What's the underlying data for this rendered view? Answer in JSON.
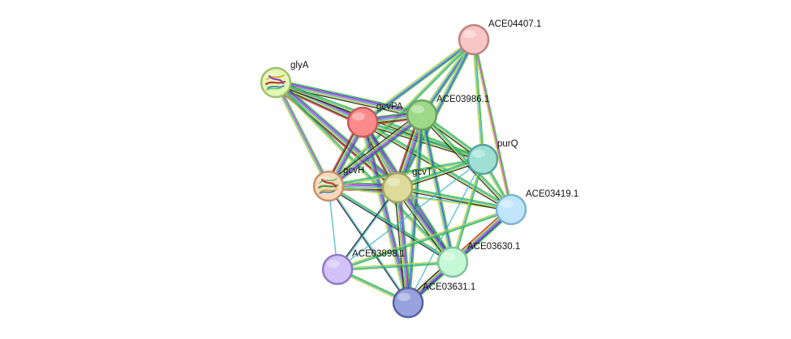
{
  "network": {
    "nodes": [
      {
        "id": "ACE04407.1",
        "label": "ACE04407.1",
        "color": "#f8c6c6",
        "border": "#c08080",
        "icon": "none"
      },
      {
        "id": "glyA",
        "label": "glyA",
        "color": "#e2f7b4",
        "border": "#9fc06a",
        "icon": "protein-structure-icon"
      },
      {
        "id": "gcvPA",
        "label": "gcvPA",
        "color": "#fb8a8a",
        "border": "#c45a5a",
        "icon": "none"
      },
      {
        "id": "ACE03986.1",
        "label": "ACE03986.1",
        "color": "#9ed98a",
        "border": "#6aa35a",
        "icon": "none"
      },
      {
        "id": "purQ",
        "label": "purQ",
        "color": "#9ee0d6",
        "border": "#5aa39a",
        "icon": "none"
      },
      {
        "id": "gcvH",
        "label": "gcvH",
        "color": "#f9d9bd",
        "border": "#c7926a",
        "icon": "protein-structure-icon"
      },
      {
        "id": "gcvT",
        "label": "gcvT",
        "color": "#dedb9a",
        "border": "#a6a262",
        "icon": "none"
      },
      {
        "id": "ACE03419.1",
        "label": "ACE03419.1",
        "color": "#bfe6fa",
        "border": "#7fb2cf",
        "icon": "none"
      },
      {
        "id": "ACE03630.1",
        "label": "ACE03630.1",
        "color": "#c6f7d6",
        "border": "#82c39a",
        "icon": "none"
      },
      {
        "id": "ACE03898.1",
        "label": "ACE03898.1",
        "color": "#d2c2f7",
        "border": "#907ac4",
        "icon": "none"
      },
      {
        "id": "ACE03631.1",
        "label": "ACE03631.1",
        "color": "#98a3de",
        "border": "#56639f",
        "icon": "none"
      }
    ],
    "edge_colors": {
      "neighborhood": "#2bb52b",
      "fusion": "#d63a3a",
      "cooccurrence": "#3b3bd6",
      "coexpression": "#222222",
      "experiments": "#c63ac6",
      "databases": "#3bb8c6",
      "textmining": "#c8d43a",
      "homology": "#a0a0ff"
    },
    "edges": [
      {
        "source": "glyA",
        "target": "gcvPA",
        "types": [
          "neighborhood",
          "cooccurrence",
          "experiments",
          "databases",
          "textmining",
          "coexpression",
          "fusion"
        ]
      },
      {
        "source": "glyA",
        "target": "ACE03986.1",
        "types": [
          "neighborhood",
          "cooccurrence",
          "experiments",
          "databases",
          "textmining",
          "coexpression"
        ]
      },
      {
        "source": "glyA",
        "target": "gcvT",
        "types": [
          "neighborhood",
          "cooccurrence",
          "experiments",
          "databases",
          "textmining",
          "coexpression",
          "fusion"
        ]
      },
      {
        "source": "glyA",
        "target": "gcvH",
        "types": [
          "neighborhood",
          "experiments",
          "databases",
          "textmining"
        ]
      },
      {
        "source": "glyA",
        "target": "purQ",
        "types": [
          "neighborhood",
          "databases",
          "textmining",
          "coexpression"
        ]
      },
      {
        "source": "glyA",
        "target": "ACE03630.1",
        "types": [
          "neighborhood",
          "databases",
          "textmining"
        ]
      },
      {
        "source": "ACE04407.1",
        "target": "gcvPA",
        "types": [
          "neighborhood",
          "cooccurrence",
          "databases",
          "textmining"
        ]
      },
      {
        "source": "ACE04407.1",
        "target": "ACE03986.1",
        "types": [
          "neighborhood",
          "cooccurrence",
          "databases",
          "textmining"
        ]
      },
      {
        "source": "ACE04407.1",
        "target": "gcvT",
        "types": [
          "neighborhood",
          "cooccurrence",
          "databases",
          "textmining"
        ]
      },
      {
        "source": "ACE04407.1",
        "target": "gcvH",
        "types": [
          "neighborhood",
          "databases",
          "textmining"
        ]
      },
      {
        "source": "ACE04407.1",
        "target": "ACE03419.1",
        "types": [
          "neighborhood",
          "experiments",
          "textmining"
        ]
      },
      {
        "source": "ACE04407.1",
        "target": "purQ",
        "types": [
          "neighborhood",
          "databases",
          "textmining"
        ]
      },
      {
        "source": "gcvPA",
        "target": "ACE03986.1",
        "types": [
          "neighborhood",
          "cooccurrence",
          "experiments",
          "databases",
          "textmining",
          "coexpression",
          "fusion"
        ]
      },
      {
        "source": "gcvPA",
        "target": "gcvT",
        "types": [
          "neighborhood",
          "cooccurrence",
          "experiments",
          "databases",
          "textmining",
          "coexpression",
          "fusion"
        ]
      },
      {
        "source": "gcvPA",
        "target": "gcvH",
        "types": [
          "neighborhood",
          "cooccurrence",
          "experiments",
          "databases",
          "textmining",
          "coexpression",
          "fusion"
        ]
      },
      {
        "source": "gcvPA",
        "target": "purQ",
        "types": [
          "neighborhood",
          "databases",
          "textmining",
          "coexpression"
        ]
      },
      {
        "source": "gcvPA",
        "target": "ACE03419.1",
        "types": [
          "neighborhood",
          "databases",
          "textmining",
          "coexpression"
        ]
      },
      {
        "source": "gcvPA",
        "target": "ACE03630.1",
        "types": [
          "neighborhood",
          "cooccurrence",
          "experiments",
          "databases",
          "textmining"
        ]
      },
      {
        "source": "gcvPA",
        "target": "ACE03631.1",
        "types": [
          "neighborhood",
          "cooccurrence",
          "experiments",
          "databases",
          "textmining"
        ]
      },
      {
        "source": "ACE03986.1",
        "target": "gcvT",
        "types": [
          "neighborhood",
          "cooccurrence",
          "experiments",
          "databases",
          "textmining",
          "coexpression",
          "fusion"
        ]
      },
      {
        "source": "ACE03986.1",
        "target": "gcvH",
        "types": [
          "neighborhood",
          "cooccurrence",
          "experiments",
          "databases",
          "textmining",
          "coexpression"
        ]
      },
      {
        "source": "ACE03986.1",
        "target": "purQ",
        "types": [
          "neighborhood",
          "databases",
          "textmining",
          "coexpression"
        ]
      },
      {
        "source": "ACE03986.1",
        "target": "ACE03419.1",
        "types": [
          "neighborhood",
          "databases",
          "textmining",
          "coexpression"
        ]
      },
      {
        "source": "ACE03986.1",
        "target": "ACE03630.1",
        "types": [
          "neighborhood",
          "cooccurrence",
          "databases",
          "textmining"
        ]
      },
      {
        "source": "ACE03986.1",
        "target": "ACE03631.1",
        "types": [
          "neighborhood",
          "cooccurrence",
          "databases",
          "textmining"
        ]
      },
      {
        "source": "gcvH",
        "target": "gcvT",
        "types": [
          "neighborhood",
          "cooccurrence",
          "experiments",
          "databases",
          "textmining",
          "coexpression",
          "fusion"
        ]
      },
      {
        "source": "gcvH",
        "target": "purQ",
        "types": [
          "neighborhood",
          "databases",
          "textmining"
        ]
      },
      {
        "source": "gcvH",
        "target": "ACE03419.1",
        "types": [
          "databases",
          "textmining"
        ]
      },
      {
        "source": "gcvH",
        "target": "ACE03630.1",
        "types": [
          "neighborhood",
          "databases",
          "coexpression"
        ]
      },
      {
        "source": "gcvH",
        "target": "ACE03898.1",
        "types": [
          "databases"
        ]
      },
      {
        "source": "gcvH",
        "target": "ACE03631.1",
        "types": [
          "databases",
          "coexpression"
        ]
      },
      {
        "source": "gcvT",
        "target": "purQ",
        "types": [
          "neighborhood",
          "databases",
          "textmining",
          "coexpression"
        ]
      },
      {
        "source": "gcvT",
        "target": "ACE03419.1",
        "types": [
          "neighborhood",
          "databases",
          "textmining",
          "coexpression"
        ]
      },
      {
        "source": "gcvT",
        "target": "ACE03630.1",
        "types": [
          "neighborhood",
          "cooccurrence",
          "experiments",
          "databases",
          "textmining",
          "coexpression"
        ]
      },
      {
        "source": "gcvT",
        "target": "ACE03631.1",
        "types": [
          "neighborhood",
          "cooccurrence",
          "experiments",
          "databases",
          "textmining",
          "coexpression"
        ]
      },
      {
        "source": "gcvT",
        "target": "ACE03898.1",
        "types": [
          "databases",
          "coexpression"
        ]
      },
      {
        "source": "purQ",
        "target": "ACE03419.1",
        "types": [
          "neighborhood",
          "databases",
          "textmining"
        ]
      },
      {
        "source": "purQ",
        "target": "ACE03630.1",
        "types": [
          "neighborhood",
          "databases",
          "textmining"
        ]
      },
      {
        "source": "purQ",
        "target": "ACE03631.1",
        "types": [
          "databases"
        ]
      },
      {
        "source": "purQ",
        "target": "ACE03898.1",
        "types": [
          "databases"
        ]
      },
      {
        "source": "ACE03419.1",
        "target": "ACE03630.1",
        "types": [
          "neighborhood",
          "cooccurrence",
          "experiments",
          "databases",
          "textmining",
          "fusion"
        ]
      },
      {
        "source": "ACE03419.1",
        "target": "ACE03631.1",
        "types": [
          "neighborhood",
          "cooccurrence",
          "experiments",
          "databases",
          "textmining",
          "fusion"
        ]
      },
      {
        "source": "ACE03419.1",
        "target": "ACE03898.1",
        "types": [
          "neighborhood",
          "databases",
          "textmining"
        ]
      },
      {
        "source": "ACE03630.1",
        "target": "ACE03631.1",
        "types": [
          "neighborhood",
          "cooccurrence",
          "experiments",
          "databases",
          "textmining",
          "coexpression"
        ]
      },
      {
        "source": "ACE03630.1",
        "target": "ACE03898.1",
        "types": [
          "neighborhood",
          "databases",
          "textmining"
        ]
      },
      {
        "source": "ACE03898.1",
        "target": "ACE03631.1",
        "types": [
          "neighborhood",
          "databases",
          "textmining"
        ]
      }
    ]
  }
}
